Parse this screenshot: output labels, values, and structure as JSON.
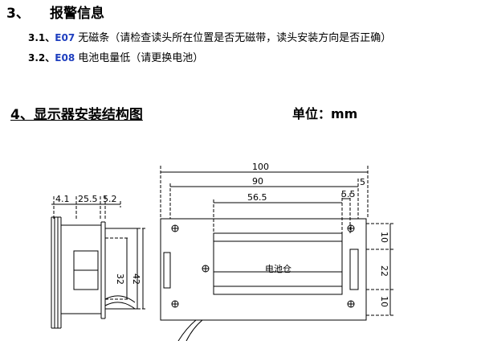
{
  "alarm": {
    "number": "3、",
    "title": "报警信息",
    "items": [
      {
        "index": "3.1、",
        "code": "E07",
        "text": " 无磁条（请检查读头所在位置是否无磁带，读头安装方向是否正确）"
      },
      {
        "index": "3.2、",
        "code": "E08",
        "text": " 电池电量低（请更换电池）"
      }
    ]
  },
  "structure": {
    "title": "4、显示器安装结构图",
    "unit": "单位：mm"
  },
  "drawing": {
    "side": {
      "d1": "4.1",
      "d2": "25.5",
      "d3": "5.2",
      "h1": "42",
      "h2": "32"
    },
    "front": {
      "w1": "100",
      "w2": "90",
      "w3": "56.5",
      "w4": "5.5",
      "w5": "5",
      "v1": "10",
      "v2": "22",
      "v3": "10",
      "battery": "电池仓"
    }
  }
}
